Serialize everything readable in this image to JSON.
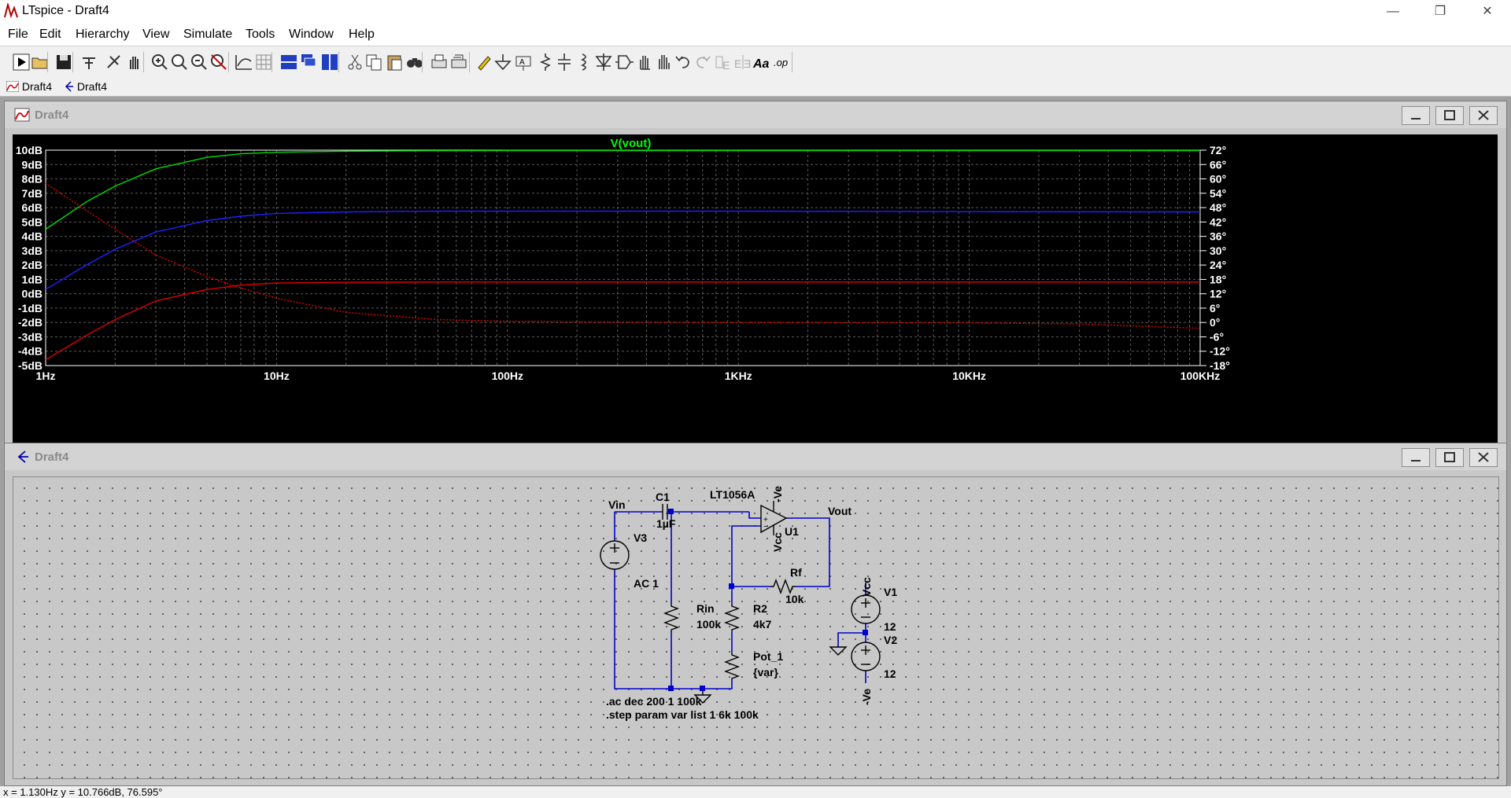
{
  "window": {
    "title": "LTspice - Draft4",
    "minimize": "—",
    "restore": "❐",
    "close": "✕"
  },
  "menu": [
    "File",
    "Edit",
    "Hierarchy",
    "View",
    "Simulate",
    "Tools",
    "Window",
    "Help"
  ],
  "toolbar_icons": [
    "run-icon",
    "open-icon",
    "save-icon",
    "control-panel-icon",
    "halt-icon",
    "pan-icon",
    "zoom-in-icon",
    "zoom-area-icon",
    "zoom-out-icon",
    "zoom-cancel-icon",
    "autorange-icon",
    "grid-icon",
    "tile-horizontal-icon",
    "cascade-icon",
    "tile-vertical-icon",
    "cut-icon",
    "copy-icon",
    "paste-icon",
    "find-icon",
    "print-icon",
    "print-setup-icon",
    "pencil-icon",
    "ground-icon",
    "label-net-icon",
    "resistor-icon",
    "capacitor-icon",
    "inductor-icon",
    "diode-icon",
    "component-icon",
    "move-icon",
    "drag-icon",
    "undo-icon",
    "redo-icon",
    "rotate-icon",
    "mirror-icon",
    "text-icon",
    "spice-directive-icon"
  ],
  "toolbar_text": {
    "text": "Aa",
    "op": ".op"
  },
  "tabs": [
    {
      "label": "Draft4",
      "icon": "waveform-icon"
    },
    {
      "label": "Draft4",
      "icon": "schematic-icon"
    }
  ],
  "wave_window": {
    "title": "Draft4"
  },
  "schematic_window": {
    "title": "Draft4"
  },
  "chart_data": {
    "type": "line",
    "title": "V(vout)",
    "x_scale": "log",
    "xlim": [
      1,
      100000
    ],
    "x_ticks": [
      "1Hz",
      "10Hz",
      "100Hz",
      "1KHz",
      "10KHz",
      "100KHz"
    ],
    "ylim": [
      -5,
      10
    ],
    "y_ticks_left": [
      "10dB",
      "9dB",
      "8dB",
      "7dB",
      "6dB",
      "5dB",
      "4dB",
      "3dB",
      "2dB",
      "1dB",
      "0dB",
      "-1dB",
      "-2dB",
      "-3dB",
      "-4dB",
      "-5dB"
    ],
    "y2lim": [
      -18,
      72
    ],
    "y_ticks_right": [
      "72°",
      "66°",
      "60°",
      "54°",
      "48°",
      "42°",
      "36°",
      "30°",
      "24°",
      "18°",
      "12°",
      "6°",
      "0°",
      "-6°",
      "-12°",
      "-18°"
    ],
    "grid": true,
    "background": "#000000",
    "title_color": "#00ff00",
    "series": [
      {
        "color": "#00e000",
        "x": [
          1,
          1.5,
          2,
          3,
          5,
          7,
          10,
          20,
          50,
          100,
          1000,
          10000,
          100000
        ],
        "y": [
          4.5,
          6.4,
          7.5,
          8.7,
          9.5,
          9.75,
          9.85,
          9.93,
          9.96,
          9.97,
          9.97,
          9.97,
          9.97
        ]
      },
      {
        "color": "#2020ff",
        "x": [
          1,
          1.5,
          2,
          3,
          5,
          7,
          10,
          20,
          50,
          100,
          1000,
          10000,
          100000
        ],
        "y": [
          0.3,
          2.0,
          3.1,
          4.3,
          5.1,
          5.4,
          5.6,
          5.7,
          5.75,
          5.75,
          5.75,
          5.72,
          5.7
        ]
      },
      {
        "color": "#e00000",
        "x": [
          1,
          1.5,
          2,
          3,
          5,
          7,
          10,
          20,
          50,
          100,
          1000,
          10000,
          100000
        ],
        "y": [
          -4.6,
          -2.9,
          -1.8,
          -0.5,
          0.3,
          0.6,
          0.75,
          0.8,
          0.82,
          0.82,
          0.82,
          0.82,
          0.82
        ]
      },
      {
        "color": "#e00000",
        "dashed": true,
        "x": [
          1,
          1.5,
          2,
          3,
          5,
          7,
          10,
          20,
          50,
          100,
          300,
          1000,
          10000,
          30000,
          100000
        ],
        "y": [
          7.7,
          5.8,
          4.5,
          2.7,
          1.2,
          0.4,
          -0.3,
          -1.3,
          -1.8,
          -1.92,
          -1.97,
          -2.0,
          -2.02,
          -2.1,
          -2.4
        ]
      }
    ]
  },
  "schematic": {
    "labels": {
      "vin": "Vin",
      "c1": "C1",
      "c1_val": "1µF",
      "opamp": "LT1056A",
      "ve_pin": "-Ve",
      "vcc_pin": "Vcc",
      "u1": "U1",
      "vout": "Vout",
      "v3": "V3",
      "ac": "AC 1",
      "rf": "Rf",
      "rf_val": "10k",
      "rin": "Rin",
      "rin_val": "100k",
      "r2": "R2",
      "r2_val": "4k7",
      "pot": "Pot_1",
      "pot_val": "{var}",
      "vcc_label": "Vcc",
      "v1": "V1",
      "v1_val": "12",
      "v2": "V2",
      "v2_val": "12",
      "ve_label": "-Ve",
      "dir1": ".ac dec 200 1 100k",
      "dir2": ".step param var list 1 6k 100k"
    },
    "wire_color": "#0000cc"
  },
  "status": "x = 1.130Hz    y = 10.766dB, 76.595°"
}
